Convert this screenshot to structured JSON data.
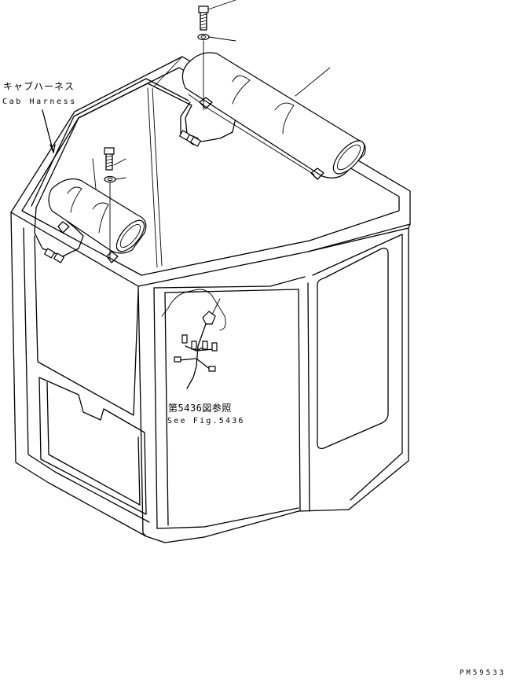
{
  "labels": {
    "harness_ja": "キャブハーネス",
    "harness_en": "Cab Harness",
    "ref_ja": "第5436図参照",
    "ref_en": "See Fig.5436",
    "drawing_code": "PM59533"
  },
  "colors": {
    "line": "#000000",
    "background": "#ffffff"
  }
}
